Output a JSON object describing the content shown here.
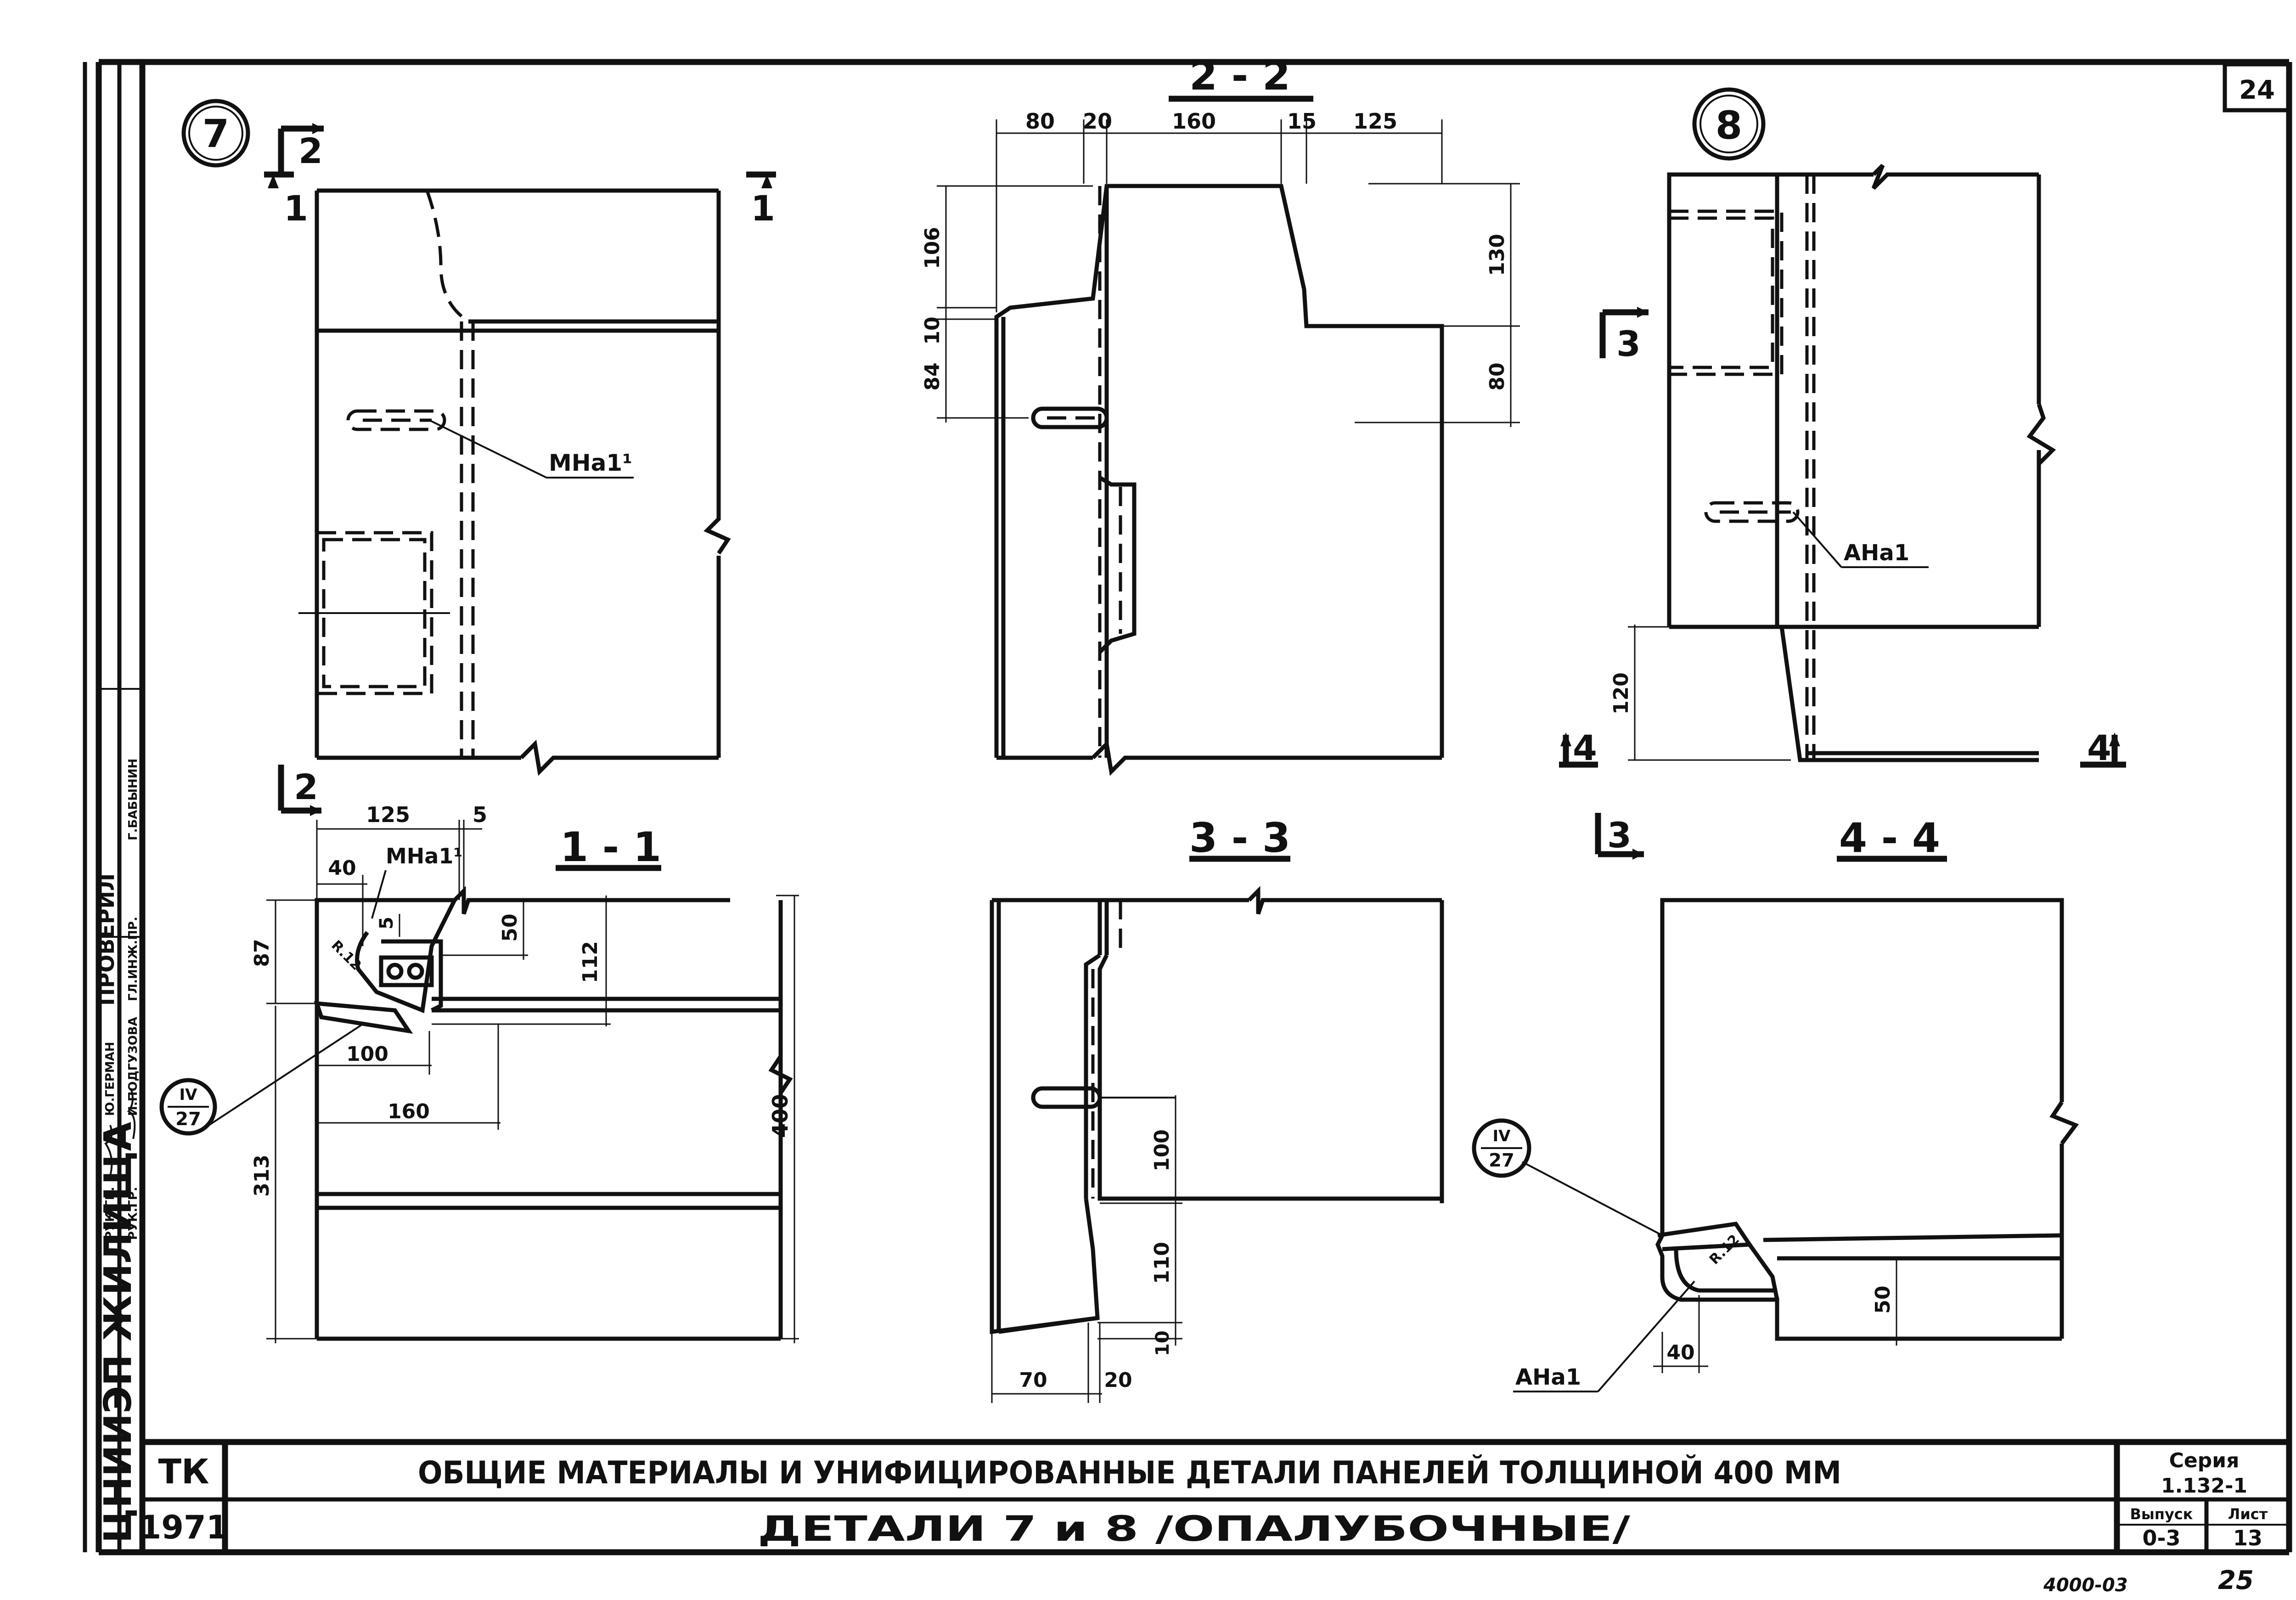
{
  "sheet": {
    "sheet_no": "24",
    "bottom_code": "4000-03",
    "bottom_page": "25"
  },
  "left_strip": {
    "org": "ЦНИИЭП ЖИЛИЩА",
    "rows": [
      {
        "role": "РУК.ГР.",
        "name": "Ю.ГЕРМАН"
      },
      {
        "role": "РУК.ГР.",
        "name": "И.ПОДГУЗОВА"
      },
      {
        "role": "ГЛ.ИНЖ.ПР.",
        "name": "Г.БАБЫНИН"
      }
    ],
    "checked_label": "ПРОВЕРИЛ"
  },
  "details": {
    "d7": {
      "number": "7",
      "cut2": "2",
      "cut1_left": "1",
      "cut1_right": "1",
      "label": "МНа1¹"
    },
    "d8": {
      "number": "8",
      "cut3": "3",
      "cut4_left": "4",
      "cut4_right": "4",
      "label": "АНа1",
      "dims": [
        "120"
      ]
    }
  },
  "sections": {
    "s22": {
      "title": "2 - 2",
      "dims_top": [
        "80",
        "20",
        "160",
        "15",
        "125"
      ],
      "dims_left": [
        "106",
        "10",
        "84"
      ],
      "dims_right": [
        "130",
        "80"
      ]
    },
    "s11": {
      "title": "1 - 1",
      "cut2": "2",
      "label": "МНа1¹",
      "radius": "R.12",
      "callout_top": "IV",
      "callout_bottom": "27",
      "dims": {
        "w125": "125",
        "w5": "5",
        "w40": "40",
        "w5b": "5",
        "h50": "50",
        "h112": "112",
        "h87": "87",
        "w100": "100",
        "w160": "160",
        "h313": "313",
        "h400": "400"
      }
    },
    "s33": {
      "title": "3 - 3",
      "cut3": "3",
      "dims": [
        "100",
        "110",
        "10",
        "70",
        "20"
      ]
    },
    "s44": {
      "title": "4 - 4",
      "label": "АНа1",
      "radius": "R.12",
      "callout_top": "IV",
      "callout_bottom": "27",
      "dims": [
        "40",
        "50"
      ]
    }
  },
  "title_block": {
    "tk": "ТК",
    "year": "1971",
    "main_title": "ОБЩИЕ МАТЕРИАЛЫ И УНИФИЦИРОВАННЫЕ ДЕТАЛИ ПАНЕЛЕЙ ТОЛЩИНОЙ 400 ММ",
    "sub_title": "ДЕТАЛИ 7 и 8 /ОПАЛУБОЧНЫЕ/",
    "series_label": "Серия",
    "series_value": "1.132-1",
    "issue_label": "Выпуск",
    "issue_value": "0-3",
    "sheet_label": "Лист",
    "sheet_value": "13"
  }
}
